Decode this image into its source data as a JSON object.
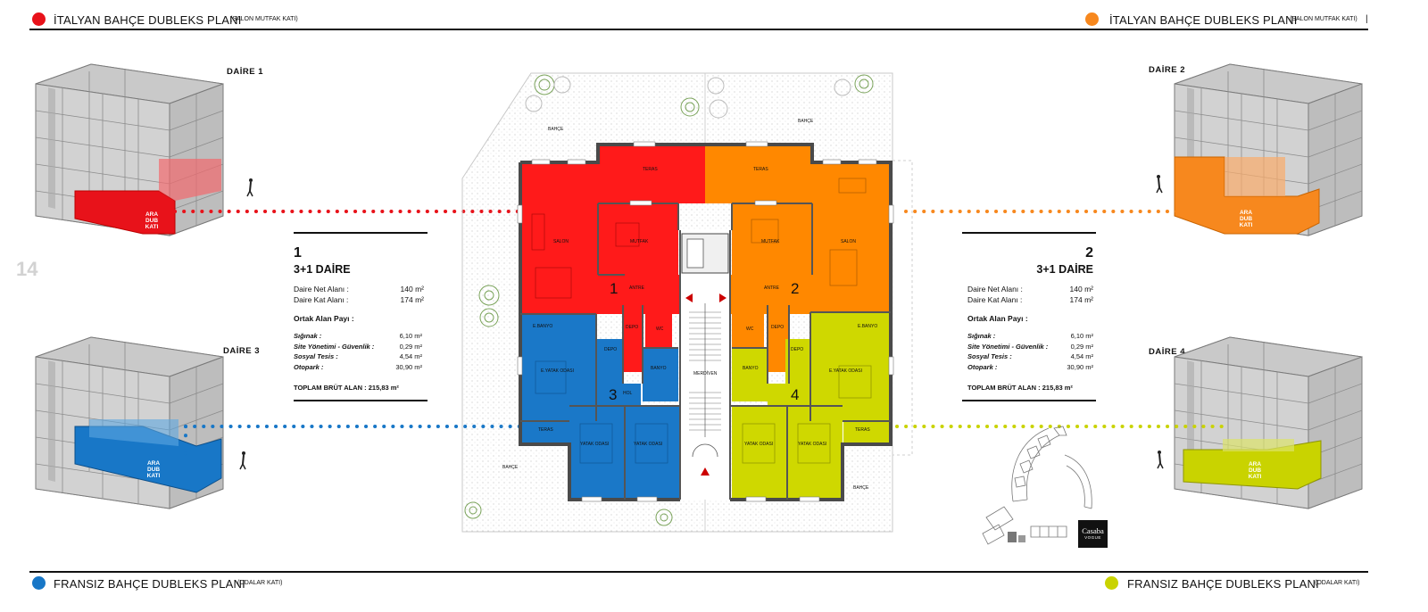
{
  "headers": {
    "top_left": {
      "title": "İTALYAN BAHÇE DUBLEKS PLANI",
      "sub": "(SALON MUTFAK KATI)",
      "color": "#e8121a"
    },
    "top_right": {
      "title": "İTALYAN BAHÇE DUBLEKS PLANI",
      "sub": "(SALON MUTFAK KATI)",
      "color": "#f7881e"
    },
    "bottom_left": {
      "title": "FRANSIZ BAHÇE DUBLEKS PLANI",
      "sub": "(ODALAR KATI)",
      "color": "#1877c7"
    },
    "bottom_right": {
      "title": "FRANSIZ BAHÇE DUBLEKS PLANI",
      "sub": "(ODALAR KATI)",
      "color": "#c9d300"
    }
  },
  "page_number": "14",
  "top_right_mark": "|",
  "building_labels": {
    "d1": "DAİRE 1",
    "d2": "DAİRE 2",
    "d3": "DAİRE 3",
    "d4": "DAİRE 4"
  },
  "block_text": [
    "ARA",
    "DUB",
    "KATI"
  ],
  "panels": {
    "left": {
      "number": "1",
      "type": "3+1 DAİRE",
      "net_label": "Daire Net Alanı :",
      "net_value": "140 m²",
      "kat_label": "Daire Kat Alanı :",
      "kat_value": "174 m²",
      "ortak": "Ortak Alan Payı :",
      "items": [
        {
          "k": "Sığınak :",
          "v": "6,10 m²"
        },
        {
          "k": "Site Yönetimi - Güvenlik :",
          "v": "0,29 m²"
        },
        {
          "k": "Sosyal Tesis :",
          "v": "4,54 m²"
        },
        {
          "k": "Otopark :",
          "v": "30,90 m²"
        }
      ],
      "total": "TOPLAM BRÜT ALAN : 215,83 m²"
    },
    "right": {
      "number": "2",
      "type": "3+1 DAİRE",
      "net_label": "Daire Net Alanı :",
      "net_value": "140 m²",
      "kat_label": "Daire Kat Alanı :",
      "kat_value": "174 m²",
      "ortak": "Ortak Alan Payı :",
      "items": [
        {
          "k": "Sığınak :",
          "v": "6,10 m²"
        },
        {
          "k": "Site Yönetimi - Güvenlik :",
          "v": "0,29 m²"
        },
        {
          "k": "Sosyal Tesis :",
          "v": "4,54 m²"
        },
        {
          "k": "Otopark :",
          "v": "30,90 m²"
        }
      ],
      "total": "TOPLAM BRÜT ALAN : 215,83 m²"
    }
  },
  "plan": {
    "unit_numbers": [
      "1",
      "2",
      "3",
      "4"
    ],
    "rooms": {
      "teras": "TERAS",
      "salon": "SALON",
      "mutfak": "MUTFAK",
      "antre": "ANTRE",
      "ebanyo": "E.BANYO",
      "depo": "DEPO",
      "wc": "WC",
      "eyatak": "E.YATAK ODASI",
      "banyo": "BANYO",
      "hol": "HOL",
      "yatak": "YATAK ODASI",
      "merdiven": "MERDİVEN",
      "bahce": "BAHÇE"
    }
  },
  "logo": {
    "line1": "Casaba",
    "line2": "VOGUE"
  }
}
